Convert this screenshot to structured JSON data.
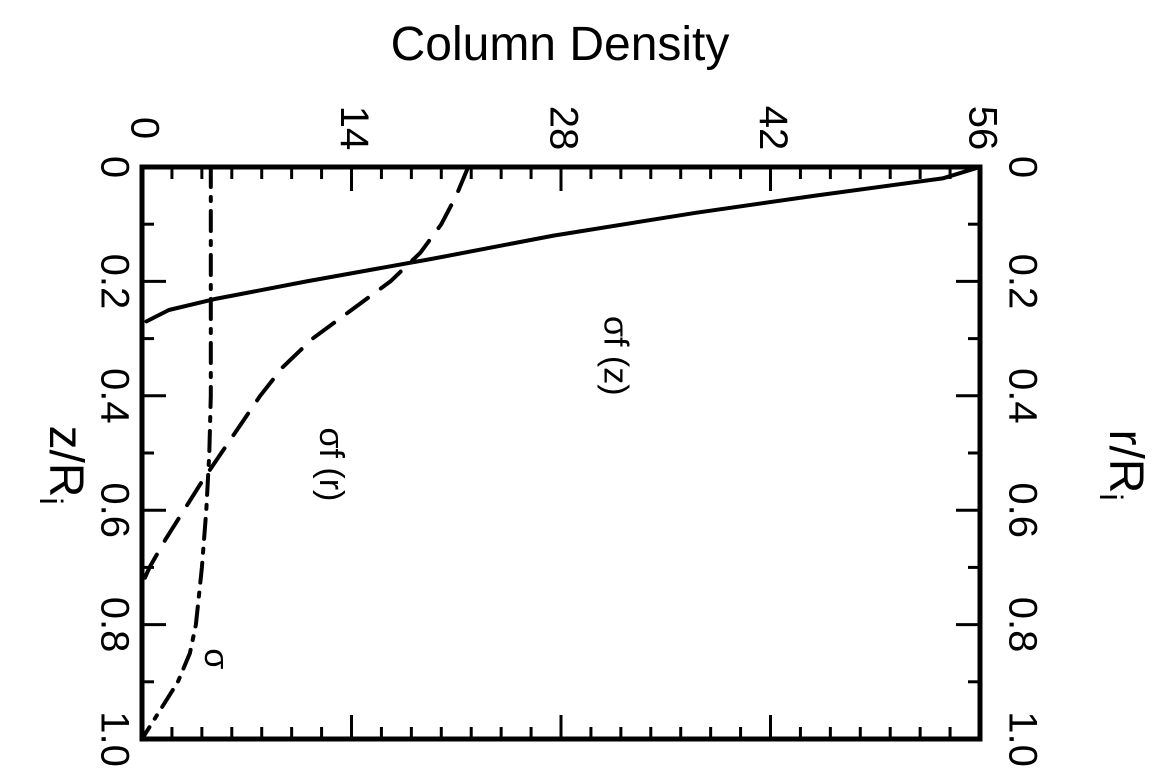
{
  "chart_data": {
    "type": "line",
    "title": "Column Density",
    "xlabel": "z/R_i",
    "x2label": "r/R_i",
    "ylabel": "",
    "orientation": "rotated-90",
    "xlim": [
      0,
      1.0
    ],
    "ylim": [
      0,
      56
    ],
    "x_ticks": [
      "0",
      "0.2",
      "0.4",
      "0.6",
      "0.8",
      "1.0"
    ],
    "x2_ticks": [
      "0",
      "0.2",
      "0.4",
      "0.6",
      "0.8",
      "1.0"
    ],
    "y_ticks": [
      "0",
      "14",
      "28",
      "42",
      "56"
    ],
    "grid": false,
    "legend": "none",
    "series": [
      {
        "name": "σf (z)",
        "style": "solid",
        "x": [
          0.0,
          0.02,
          0.05,
          0.08,
          0.12,
          0.16,
          0.2,
          0.23,
          0.25,
          0.27
        ],
        "y": [
          56.0,
          53.5,
          45.0,
          37.0,
          27.5,
          19.5,
          11.0,
          5.0,
          1.8,
          0.3
        ]
      },
      {
        "name": "σf (r)",
        "style": "dashed",
        "x": [
          0.0,
          0.05,
          0.1,
          0.15,
          0.2,
          0.25,
          0.3,
          0.35,
          0.4,
          0.45,
          0.5,
          0.55,
          0.6,
          0.65,
          0.7,
          0.73
        ],
        "y": [
          21.8,
          21.0,
          20.0,
          18.6,
          16.6,
          14.0,
          11.4,
          9.4,
          7.9,
          6.6,
          5.3,
          4.0,
          2.8,
          1.6,
          0.5,
          0.0
        ]
      },
      {
        "name": "σ",
        "style": "dashdot",
        "x": [
          0.0,
          0.1,
          0.2,
          0.3,
          0.4,
          0.5,
          0.55,
          0.6,
          0.7,
          0.8,
          0.85,
          0.9,
          0.95,
          1.0
        ],
        "y": [
          4.6,
          4.6,
          4.6,
          4.6,
          4.6,
          4.5,
          4.4,
          4.3,
          4.0,
          3.6,
          3.2,
          2.4,
          1.2,
          0.0
        ]
      }
    ],
    "annotations": [
      {
        "text": "σf (z)",
        "x": 0.33,
        "y": 31.5
      },
      {
        "text": "σf (r)",
        "x": 0.52,
        "y": 12.5
      },
      {
        "text": "σ",
        "x": 0.86,
        "y": 4.8
      }
    ]
  }
}
